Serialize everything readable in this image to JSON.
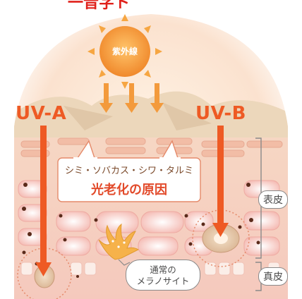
{
  "top_fragment": "一音字ト",
  "sun": {
    "label": "紫外線",
    "color": "#f39a3c"
  },
  "rays": {
    "uva": {
      "label": "UV-A",
      "color": "#ee5a24"
    },
    "uvb": {
      "label": "UV-B",
      "color": "#ee5a24"
    }
  },
  "callout": {
    "line1": "シミ・ソバカス・シワ・タルミ",
    "line2": "光老化の原因"
  },
  "layers": {
    "epidermis": "表皮",
    "dermis": "真皮"
  },
  "melanocyte": {
    "line1": "通常の",
    "line2": "メラノサイト"
  },
  "colors": {
    "skin": "#f7d3c6",
    "stratum": "#f2c0a8",
    "dune": "#ead7bc",
    "accent": "#ee5a24",
    "melanin": "#5a2a1a"
  }
}
